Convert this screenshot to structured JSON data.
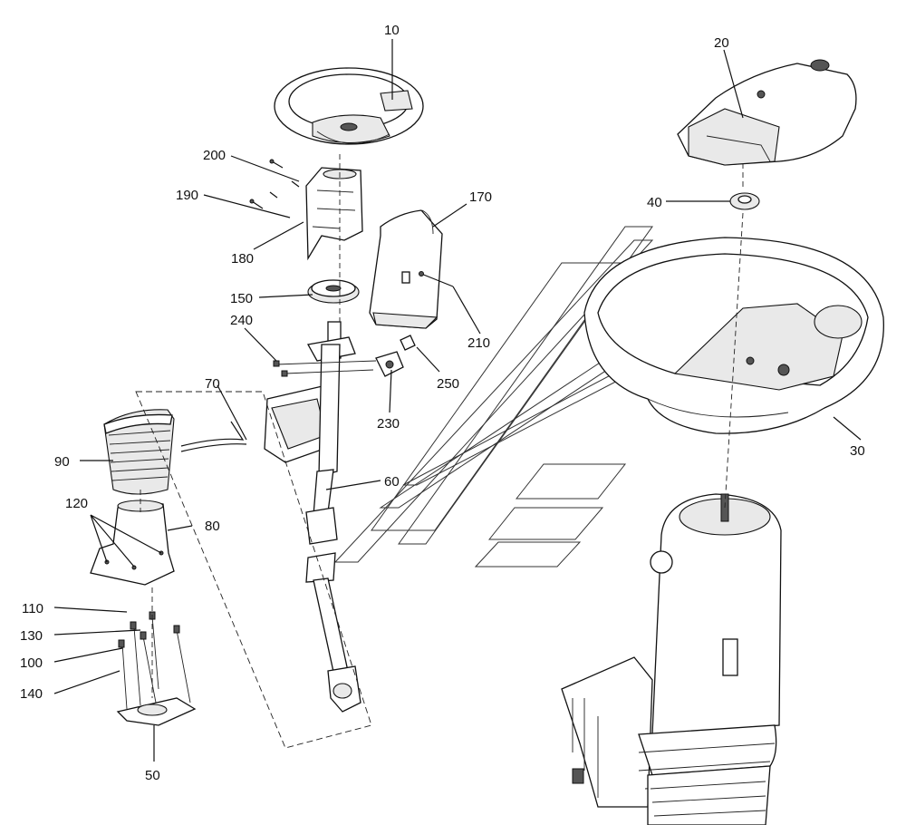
{
  "diagram": {
    "callouts": [
      "10",
      "20",
      "30",
      "40",
      "50",
      "60",
      "70",
      "80",
      "90",
      "100",
      "110",
      "120",
      "130",
      "140",
      "150",
      "170",
      "180",
      "190",
      "200",
      "210",
      "230",
      "240",
      "250"
    ]
  },
  "colors": {
    "line": "#111111",
    "background": "#ffffff",
    "fill": "#e9e9e9"
  }
}
